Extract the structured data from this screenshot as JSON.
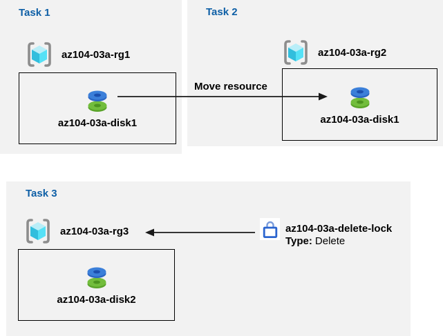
{
  "colors": {
    "panel_bg": "#f2f2f2",
    "title_blue": "#0e5fa6",
    "box_border": "#000000",
    "arrow_black": "#1a1a1a",
    "bracket_gray": "#8d8d8d",
    "cube_top": "#b9eef8",
    "cube_left": "#32bedd",
    "cube_right": "#55e1f6",
    "disk_blue_top": "#3b7fd9",
    "disk_blue_side": "#2a66c4",
    "disk_blue_hole": "#1b4fae",
    "disk_green_top": "#72bd3c",
    "disk_green_side": "#5aa42a",
    "disk_green_hole": "#4c9420",
    "lock_body_stroke": "#2b65cf",
    "lock_shackle_stroke": "#7a9cdc",
    "lock_box_bg": "#ffffff"
  },
  "tasks": [
    {
      "title": "Task 1",
      "resource_group": "az104-03a-rg1",
      "disk": "az104-03a-disk1"
    },
    {
      "title": "Task 2",
      "resource_group": "az104-03a-rg2",
      "disk": "az104-03a-disk1"
    },
    {
      "title": "Task 3",
      "resource_group": "az104-03a-rg3",
      "disk": "az104-03a-disk2"
    }
  ],
  "move_arrow_label": "Move resource",
  "lock": {
    "name": "az104-03a-delete-lock",
    "type_label": "Type:",
    "type_value": "Delete"
  },
  "icons": {
    "resource_group": "resource-group-icon",
    "disk": "managed-disk-icon",
    "lock": "lock-icon"
  }
}
